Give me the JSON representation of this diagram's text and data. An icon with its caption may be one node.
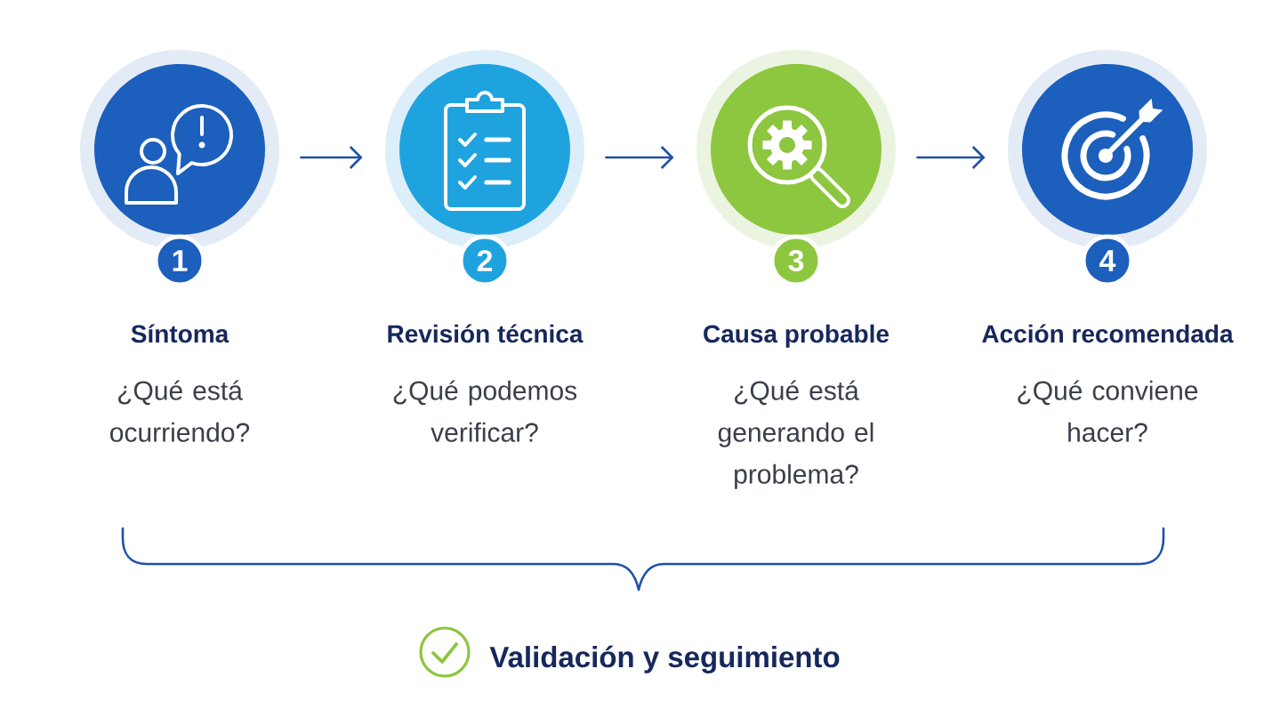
{
  "diagram": {
    "nodes": [
      {
        "text": [
          "Síntoma",
          "¿Qué está ocurriendo?"
        ]
      },
      {
        "text": [
          "1"
        ]
      },
      {
        "text": [
          "Revisión técnica",
          "¿Qué podemos verificar?"
        ]
      },
      {
        "text": [
          "2"
        ]
      },
      {
        "text": [
          "Causa probable",
          "¿Qué está generando el problema?"
        ]
      },
      {
        "text": [
          "3"
        ]
      },
      {
        "text": [
          "Acción recomendada",
          "¿Qué conviene hacer?"
        ]
      },
      {
        "text": [
          "4"
        ]
      }
    ],
    "edges": [
      {
        "from": 0,
        "to": 2,
        "arrow": "to"
      },
      {
        "from": 2,
        "to": 4,
        "arrow": "to"
      },
      {
        "from": 4,
        "to": 6,
        "arrow": "to"
      }
    ],
    "labels": [
      "Validación y seguimiento"
    ]
  }
}
